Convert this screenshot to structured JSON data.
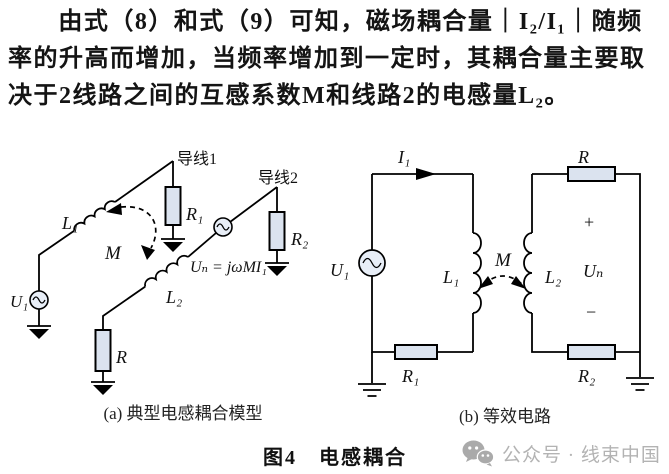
{
  "paragraph": {
    "line1": "由式（8）和式（9）可知，磁场耦合量｜I₂/I₁｜随频",
    "line2": "率的升高而增加，当频率增加到一定时，其耦合量主要取",
    "line3": "决于2线路之间的互感系数M和线路2的电感量L₂。"
  },
  "figure": {
    "caption": "图4　电感耦合",
    "a": {
      "caption": "(a) 典型电感耦合模型",
      "labels": {
        "wire1": "导线1",
        "wire2": "导线2",
        "L1": "L₁",
        "L2": "L₂",
        "M": "M",
        "R1": "R₁",
        "R2": "R₂",
        "R": "R",
        "U1": "U₁",
        "Un_eq": "Uₙ = jωMI₁"
      }
    },
    "b": {
      "caption": "(b) 等效电路",
      "labels": {
        "I1": "I₁",
        "U1": "U₁",
        "L1": "L₁",
        "L2": "L₂",
        "M": "M",
        "R": "R",
        "R1": "R₁",
        "R2": "R₂",
        "Un": "Uₙ",
        "plus": "+",
        "minus": "−"
      }
    },
    "colors": {
      "resistor_fill": "#dbe3ef",
      "source_fill": "#e8eef7",
      "wire": "#000000",
      "watermark_gray": "#b3b3b3"
    }
  },
  "watermark": {
    "icon": "wechat-icon",
    "text": "公众号 · 线束中国"
  }
}
